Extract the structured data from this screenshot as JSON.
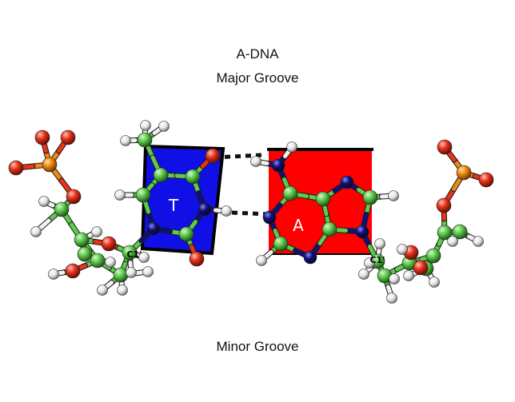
{
  "diagram": {
    "title": "A-DNA",
    "top_label": "Major Groove",
    "bottom_label": "Minor Groove",
    "base_left": "T",
    "base_right": "A",
    "anchor_left": "C1'",
    "anchor_right": "C1'"
  },
  "colors": {
    "thymine_block": "#1010e6",
    "adenine_block": "#ff0000",
    "carbon": "#5ecb4c",
    "nitrogen": "#10107a",
    "oxygen": "#e8331a",
    "phosphorus": "#f08a10",
    "hydrogen": "#f2f2f2",
    "hbond": "#111111"
  }
}
